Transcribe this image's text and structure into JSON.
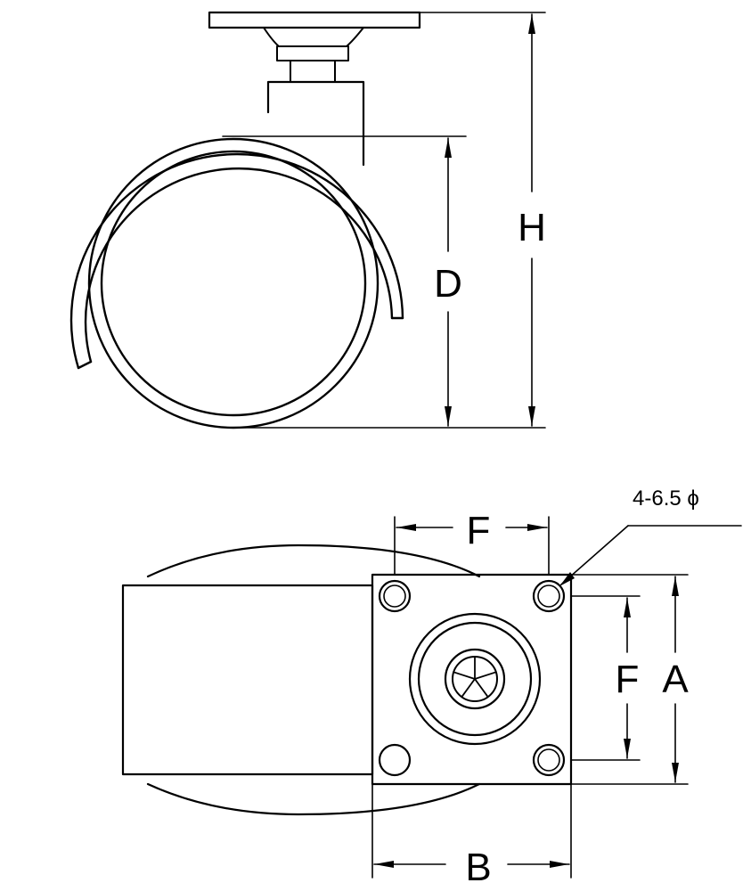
{
  "labels": {
    "height": "H",
    "wheel_diameter": "D",
    "hole_spacing_top": "F",
    "hole_spacing_side": "F",
    "plate_side": "A",
    "plate_bottom": "B",
    "hole_spec": "4-6.5 ϕ"
  },
  "colors": {
    "ink": "#000000",
    "paper": "#ffffff"
  }
}
